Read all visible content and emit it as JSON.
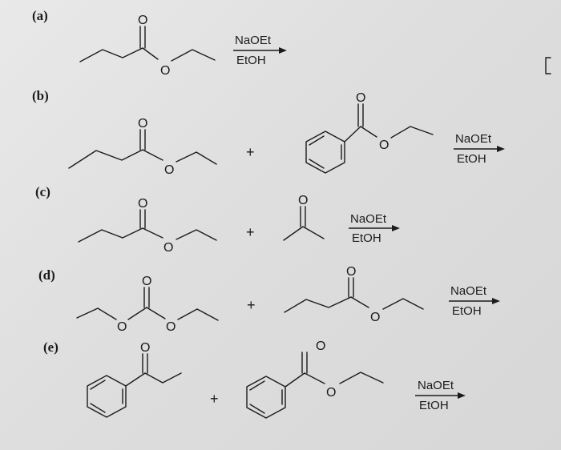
{
  "reactions": [
    {
      "label": "(a)",
      "reagent_top": "NaOEt",
      "reagent_bottom": "EtOH"
    },
    {
      "label": "(b)",
      "reagent_top": "NaOEt",
      "reagent_bottom": "EtOH",
      "plus": "+"
    },
    {
      "label": "(c)",
      "reagent_top": "NaOEt",
      "reagent_bottom": "EtOH",
      "plus": "+"
    },
    {
      "label": "(d)",
      "reagent_top": "NaOEt",
      "reagent_bottom": "EtOH",
      "plus": "+"
    },
    {
      "label": "(e)",
      "reagent_top": "NaOEt",
      "reagent_bottom": "EtOH",
      "plus": "+"
    }
  ],
  "atoms": {
    "oxygen": "O"
  }
}
